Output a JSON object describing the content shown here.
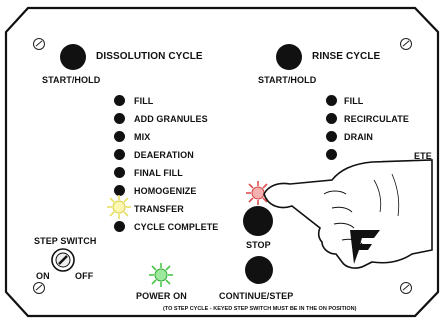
{
  "dissolution": {
    "title": "DISSOLUTION CYCLE",
    "start_hold": "START/HOLD",
    "steps": [
      "FILL",
      "ADD GRANULES",
      "MIX",
      "DEAERATION",
      "FINAL FILL",
      "HOMOGENIZE",
      "TRANSFER",
      "CYCLE COMPLETE"
    ],
    "active_step": "TRANSFER"
  },
  "rinse": {
    "title": "RINSE CYCLE",
    "start_hold": "START/HOLD",
    "steps": [
      "FILL",
      "RECIRCULATE",
      "DRAIN"
    ],
    "partial_label": "ETE"
  },
  "step_switch": {
    "label": "STEP SWITCH",
    "on": "ON",
    "off": "OFF"
  },
  "stop": {
    "label": "STOP"
  },
  "continue": {
    "label": "CONTINUE/STEP"
  },
  "power": {
    "label": "POWER ON"
  },
  "note": "(TO STEP CYCLE - KEYED STEP SWITCH MUST BE IN THE ON POSITION)",
  "colors": {
    "led_transfer_glow": "#e8e060",
    "led_power_glow": "#48c848",
    "led_stop_glow": "#e05050",
    "panel_border": "#111111"
  },
  "icons": [
    "screw-icon",
    "key-switch-icon",
    "finger-pointing-hand",
    "brand-logo"
  ]
}
